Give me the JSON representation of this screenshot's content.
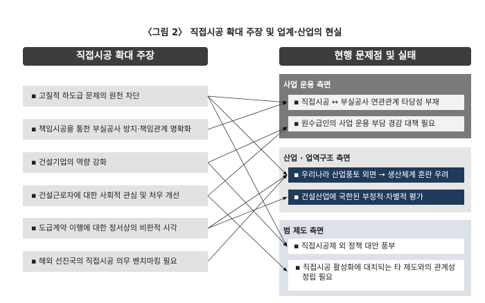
{
  "title": "〈그림 2〉 직접시공 확대 주장 및 업계·산업의 현실",
  "left_header": "직접시공 확대 주장",
  "right_header": "현행 문제점 및 실태",
  "left_items": [
    "고질적 하도급 문제의 원천 차단",
    "책임시공을 통한 부실공사 방지·책임관계 명확화",
    "건설기업의 역량 강화",
    "건설근로자에 대한 사회적 관심 및 처우 개선",
    "도급계약 이행에 대한 정서상의 비판적 시각",
    "해외 선진국의 직접시공 의무 벤치마킹 필요"
  ],
  "sections": [
    {
      "title": "사업 운용 측면",
      "items": [
        "직접시공 ↔ 부실공사 연관관계 타당성 부재",
        "원수급인의 사업 운용 부담 경감 대책 필요"
      ]
    },
    {
      "title": "산업 · 업역구조 측면",
      "items": [
        "우리나라 산업풍토 외면 → 생산체계 혼란 우려",
        "건설산업에 국한된 부정적·차별적 평가"
      ]
    },
    {
      "title": "범 제도 측면",
      "items": [
        "직접시공제 외 정책 대안 풍부",
        "직접시공 활성화에 대치되는 타 제도와의 관계성 정립 필요"
      ]
    }
  ],
  "connections": [
    [
      0,
      0
    ],
    [
      0,
      2
    ],
    [
      0,
      4
    ],
    [
      1,
      0
    ],
    [
      2,
      1
    ],
    [
      2,
      4
    ],
    [
      3,
      1
    ],
    [
      3,
      5
    ],
    [
      4,
      2
    ],
    [
      4,
      3
    ],
    [
      5,
      2
    ]
  ],
  "colors": {
    "sec1": "#7a7a7a",
    "sec2": "#e6e6e6",
    "sec3": "#dde2ea",
    "navy": "#1f3a5a"
  }
}
